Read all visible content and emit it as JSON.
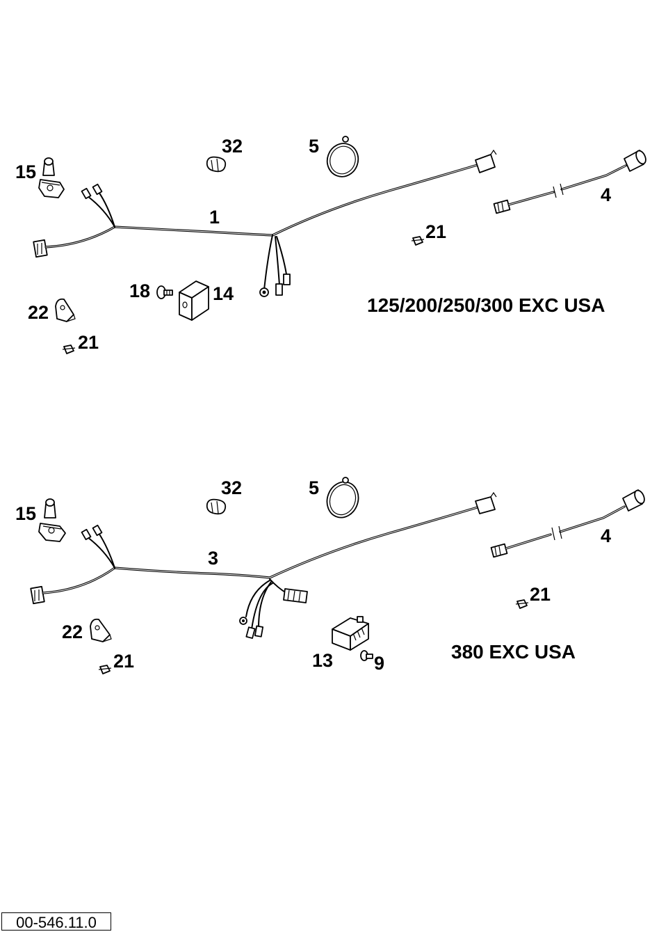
{
  "diagram_code": "00-546.11.0",
  "groups": [
    {
      "model": "125/200/250/300 EXC USA",
      "callouts": [
        "15",
        "32",
        "5",
        "1",
        "4",
        "21",
        "18",
        "14",
        "22",
        "21"
      ]
    },
    {
      "model": "380 EXC USA",
      "callouts": [
        "15",
        "32",
        "5",
        "3",
        "4",
        "21",
        "22",
        "21",
        "13",
        "9"
      ]
    }
  ]
}
